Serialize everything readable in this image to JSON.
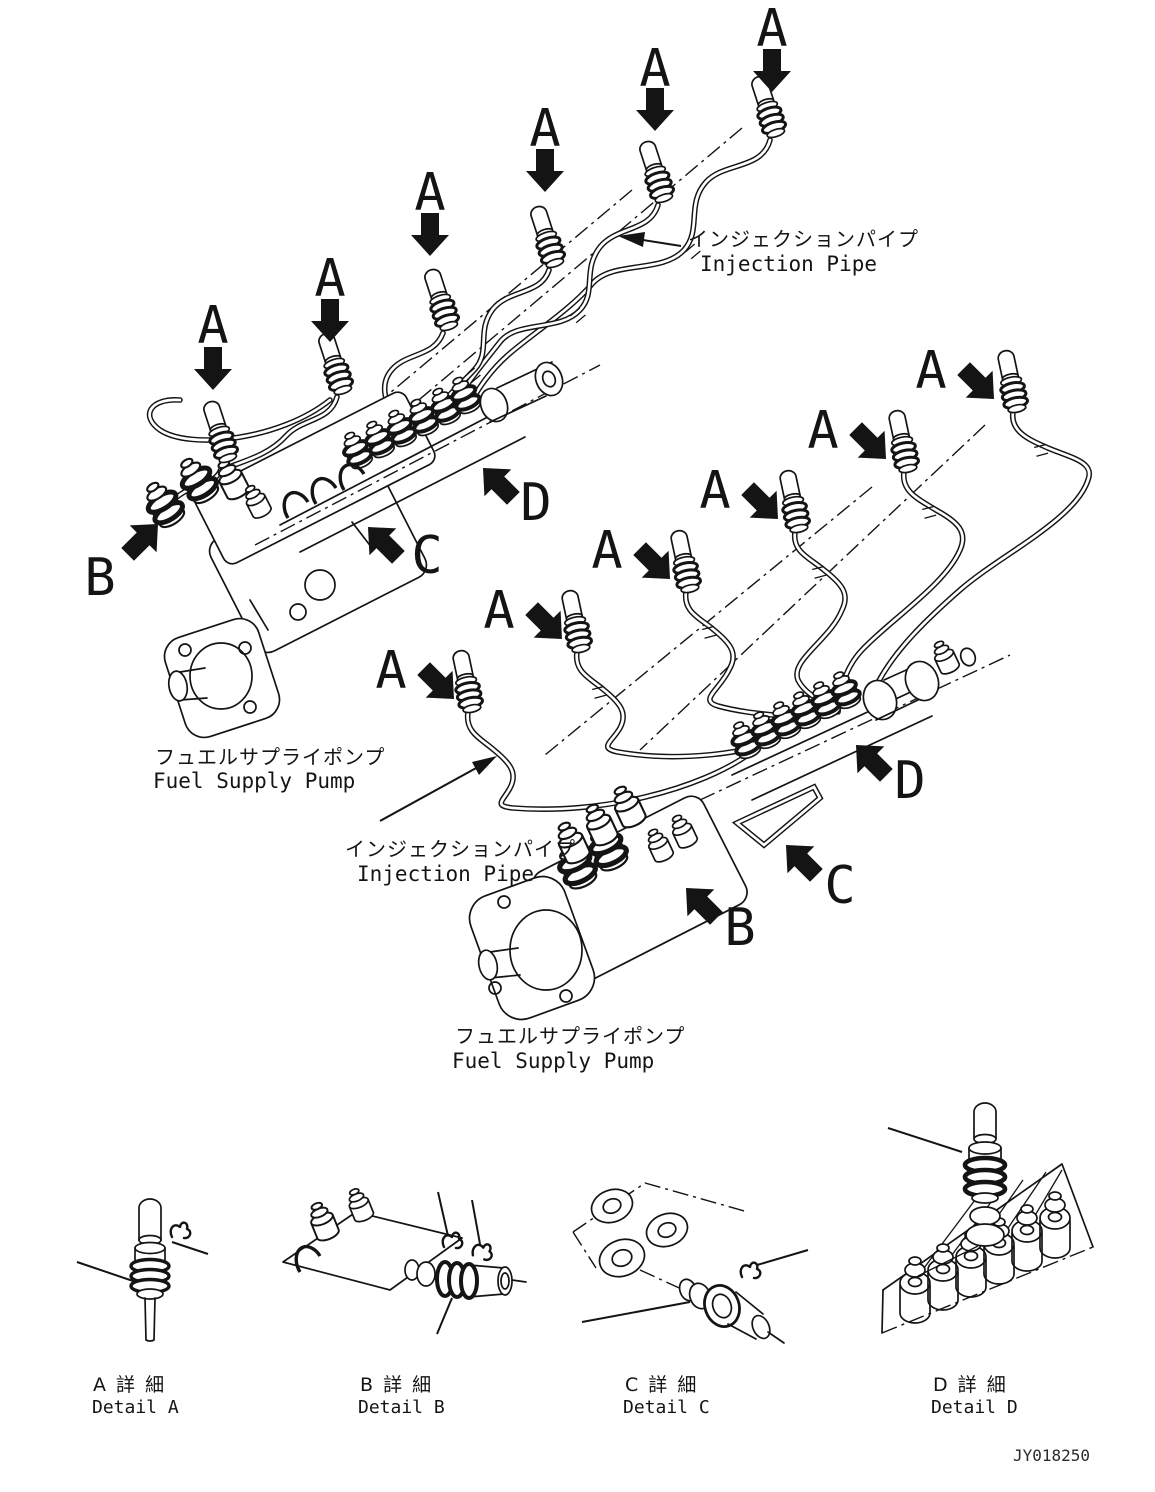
{
  "page": {
    "drawing_number": "JY018250"
  },
  "labels": {
    "injection_pipe": {
      "jp": "インジェクションパイプ",
      "en": "Injection Pipe"
    },
    "fuel_supply_pump": {
      "jp": "フュエルサプライポンプ",
      "en": "Fuel Supply Pump"
    }
  },
  "callouts": {
    "a": "A",
    "b": "B",
    "c": "C",
    "d": "D"
  },
  "details": {
    "a": {
      "jp": "A 詳 細",
      "en": "Detail A"
    },
    "b": {
      "jp": "B 詳 細",
      "en": "Detail B"
    },
    "c": {
      "jp": "C 詳 細",
      "en": "Detail C"
    },
    "d": {
      "jp": "D 詳 細",
      "en": "Detail D"
    }
  }
}
